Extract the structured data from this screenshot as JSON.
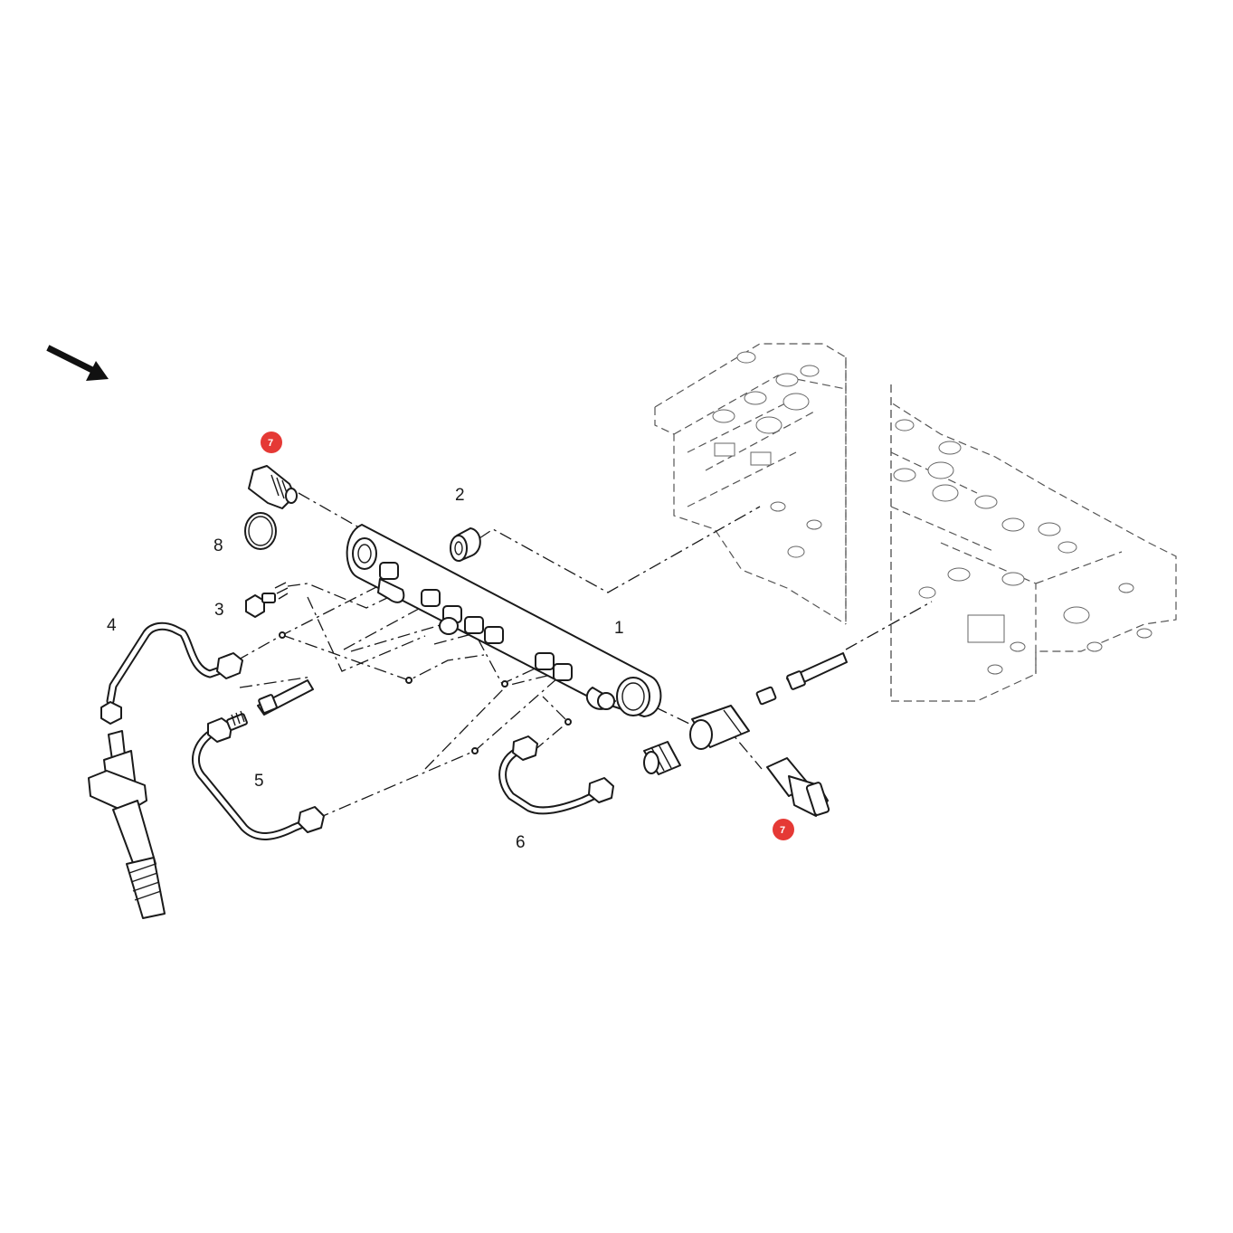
{
  "labels": {
    "rail": "1",
    "spacer": "2",
    "bolt": "3",
    "pipe_injector": "4",
    "pipe_5": "5",
    "pipe_6": "6",
    "seal_ring": "8"
  },
  "badges": {
    "top": "7",
    "bottom": "7"
  },
  "colors": {
    "badge": "#e53935",
    "line": "#1a1a1a",
    "phantom": "#555555"
  },
  "icons": {
    "direction": "arrow-down-right-icon"
  }
}
